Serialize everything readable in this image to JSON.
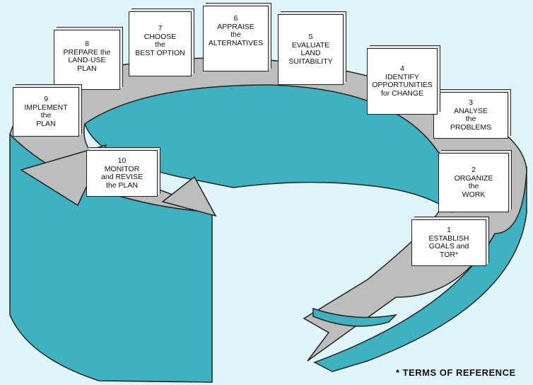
{
  "colors": {
    "background": "#def5fa",
    "wall": "#3fb2c1",
    "path": "#bdbdbd",
    "box": "#ffffff"
  },
  "steps": [
    {
      "number": "1",
      "lines": [
        "ESTABLISH",
        "GOALS and",
        "TOR*"
      ]
    },
    {
      "number": "2",
      "lines": [
        "ORGANIZE",
        "the",
        "WORK"
      ]
    },
    {
      "number": "3",
      "lines": [
        "ANALYSE",
        "the",
        "PROBLEMS"
      ]
    },
    {
      "number": "4",
      "lines": [
        "IDENTIFY",
        "OPPORTUNITIES",
        "for CHANGE"
      ]
    },
    {
      "number": "5",
      "lines": [
        "EVALUATE",
        "LAND",
        "SUITABILITY"
      ]
    },
    {
      "number": "6",
      "lines": [
        "APPRAISE",
        "the",
        "ALTERNATIVES"
      ]
    },
    {
      "number": "7",
      "lines": [
        "CHOOSE",
        "the",
        "BEST OPTION"
      ]
    },
    {
      "number": "8",
      "lines": [
        "PREPARE the",
        "LAND-USE",
        "PLAN"
      ]
    },
    {
      "number": "9",
      "lines": [
        "IMPLEMENT",
        "the",
        "PLAN"
      ]
    },
    {
      "number": "10",
      "lines": [
        "MONITOR",
        "and REVISE",
        "the PLAN"
      ]
    }
  ],
  "footnote": "* TERMS OF REFERENCE"
}
